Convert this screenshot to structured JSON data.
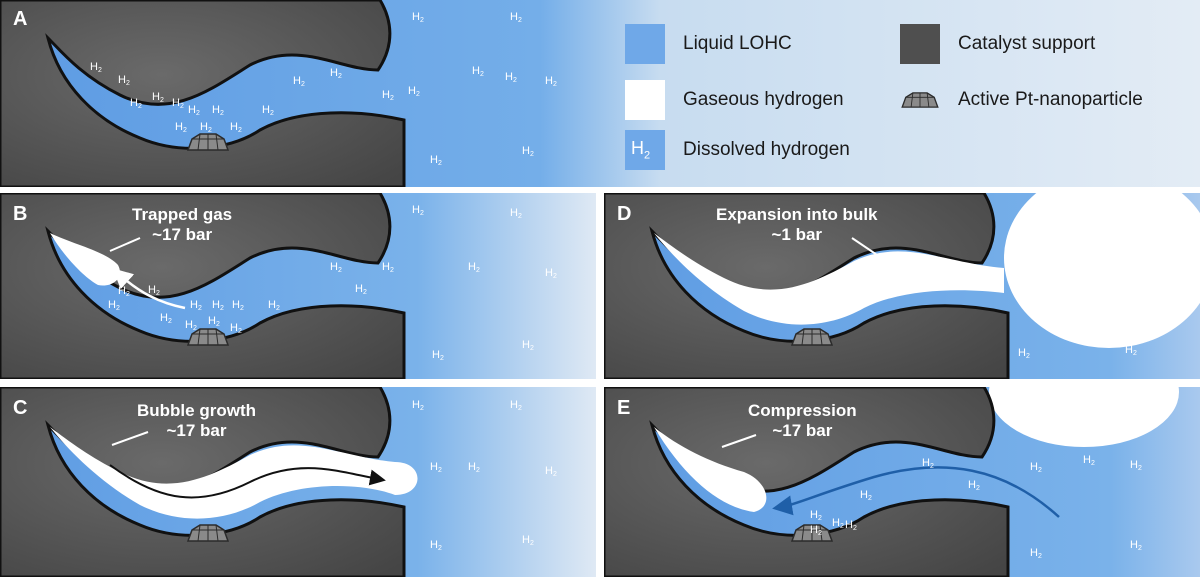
{
  "panels": {
    "A": {
      "label": "A"
    },
    "B": {
      "label": "B",
      "annotation_line1": "Trapped gas",
      "annotation_line2": "~17 bar"
    },
    "C": {
      "label": "C",
      "annotation_line1": "Bubble growth",
      "annotation_line2": "~17 bar"
    },
    "D": {
      "label": "D",
      "annotation_line1": "Expansion into bulk",
      "annotation_line2": "~1 bar"
    },
    "E": {
      "label": "E",
      "annotation_line1": "Compression",
      "annotation_line2": "~17 bar"
    }
  },
  "h2_symbol": "H",
  "h2_subscript": "2",
  "legend": {
    "liquid_lohc": "Liquid LOHC",
    "gaseous_hydrogen": "Gaseous hydrogen",
    "dissolved_hydrogen": "Dissolved hydrogen",
    "catalyst_support": "Catalyst support",
    "active_pt": "Active Pt-nanoparticle"
  },
  "colors": {
    "liquid": "#6fa8e8",
    "support": "#555555",
    "gas": "#ffffff",
    "arrow_blue": "#1f5fa8"
  }
}
